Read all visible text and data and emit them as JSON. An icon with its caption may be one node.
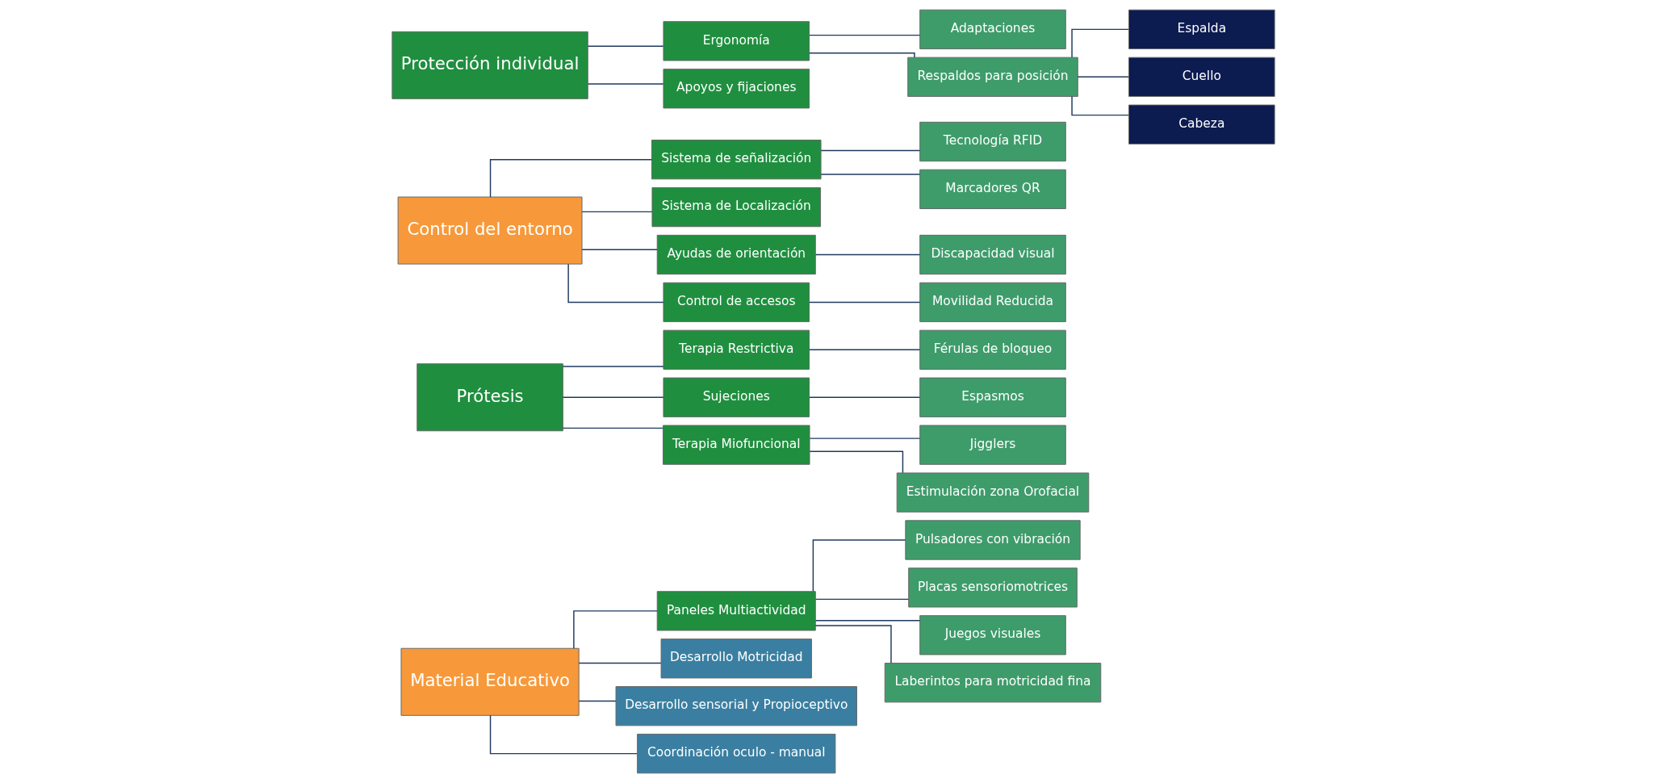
{
  "diagram": {
    "nodes": [
      {
        "text": [
          "Material Educativo"
        ]
      },
      {
        "text": [
          "Paneles Multiactividad"
        ]
      },
      {
        "text": [
          "Pulsadores con vibración"
        ]
      },
      {
        "text": [
          "Placas sensoriomotrices"
        ]
      },
      {
        "text": [
          "Juegos visuales"
        ]
      },
      {
        "text": [
          "Laberintos para motricidad fina"
        ]
      },
      {
        "text": [
          "Desarrollo Motricidad"
        ]
      },
      {
        "text": [
          "Desarrollo sensorial y Propioceptivo"
        ]
      },
      {
        "text": [
          "Coordinación oculo - manual"
        ]
      },
      {
        "text": [
          "Prótesis"
        ]
      },
      {
        "text": [
          "Terapia Restrictiva"
        ]
      },
      {
        "text": [
          "Férulas de bloqueo"
        ]
      },
      {
        "text": [
          "Sujeciones"
        ]
      },
      {
        "text": [
          "Espasmos"
        ]
      },
      {
        "text": [
          "Terapia Miofuncional"
        ]
      },
      {
        "text": [
          "Jigglers"
        ]
      },
      {
        "text": [
          "Estimulación zona Orofacial"
        ]
      },
      {
        "text": [
          "Control del entorno"
        ]
      },
      {
        "text": [
          "Sistema de señalización"
        ]
      },
      {
        "text": [
          "Tecnología RFID"
        ]
      },
      {
        "text": [
          "Marcadores QR"
        ]
      },
      {
        "text": [
          "Sistema de Localización"
        ]
      },
      {
        "text": [
          "Ayudas de orientación"
        ]
      },
      {
        "text": [
          "Discapacidad visual"
        ]
      },
      {
        "text": [
          "Control de accesos"
        ]
      },
      {
        "text": [
          "Movilidad Reducida"
        ]
      },
      {
        "text": [
          "Protección individual"
        ]
      },
      {
        "text": [
          "Ergonomía"
        ]
      },
      {
        "text": [
          "Adaptaciones"
        ]
      },
      {
        "text": [
          "Respaldos para posición"
        ]
      },
      {
        "text": [
          "Espalda"
        ]
      },
      {
        "text": [
          "Cuello"
        ]
      },
      {
        "text": [
          "Cabeza"
        ]
      },
      {
        "text": [
          "Apoyos y fijaciones"
        ]
      }
    ],
    "edges": [
      {
        "from": 0,
        "to": 1,
        "arrow": "none"
      },
      {
        "from": 1,
        "to": 2,
        "arrow": "none"
      },
      {
        "from": 1,
        "to": 3,
        "arrow": "none"
      },
      {
        "from": 1,
        "to": 4,
        "arrow": "none"
      },
      {
        "from": 1,
        "to": 5,
        "arrow": "none"
      },
      {
        "from": 0,
        "to": 6,
        "arrow": "none"
      },
      {
        "from": 0,
        "to": 7,
        "arrow": "none"
      },
      {
        "from": 0,
        "to": 8,
        "arrow": "none"
      },
      {
        "from": 9,
        "to": 10,
        "arrow": "none"
      },
      {
        "from": 10,
        "to": 11,
        "arrow": "none"
      },
      {
        "from": 9,
        "to": 12,
        "arrow": "none"
      },
      {
        "from": 12,
        "to": 13,
        "arrow": "none"
      },
      {
        "from": 9,
        "to": 14,
        "arrow": "none"
      },
      {
        "from": 14,
        "to": 15,
        "arrow": "none"
      },
      {
        "from": 14,
        "to": 16,
        "arrow": "none"
      },
      {
        "from": 17,
        "to": 18,
        "arrow": "none"
      },
      {
        "from": 18,
        "to": 19,
        "arrow": "none"
      },
      {
        "from": 18,
        "to": 20,
        "arrow": "none"
      },
      {
        "from": 17,
        "to": 21,
        "arrow": "none"
      },
      {
        "from": 17,
        "to": 22,
        "arrow": "none"
      },
      {
        "from": 22,
        "to": 23,
        "arrow": "none"
      },
      {
        "from": 17,
        "to": 24,
        "arrow": "none"
      },
      {
        "from": 24,
        "to": 25,
        "arrow": "none"
      },
      {
        "from": 26,
        "to": 27,
        "arrow": "none"
      },
      {
        "from": 27,
        "to": 28,
        "arrow": "none"
      },
      {
        "from": 27,
        "to": 29,
        "arrow": "none"
      },
      {
        "from": 29,
        "to": 30,
        "arrow": "none"
      },
      {
        "from": 29,
        "to": 31,
        "arrow": "none"
      },
      {
        "from": 29,
        "to": 32,
        "arrow": "none"
      },
      {
        "from": 26,
        "to": 33,
        "arrow": "none"
      }
    ]
  }
}
